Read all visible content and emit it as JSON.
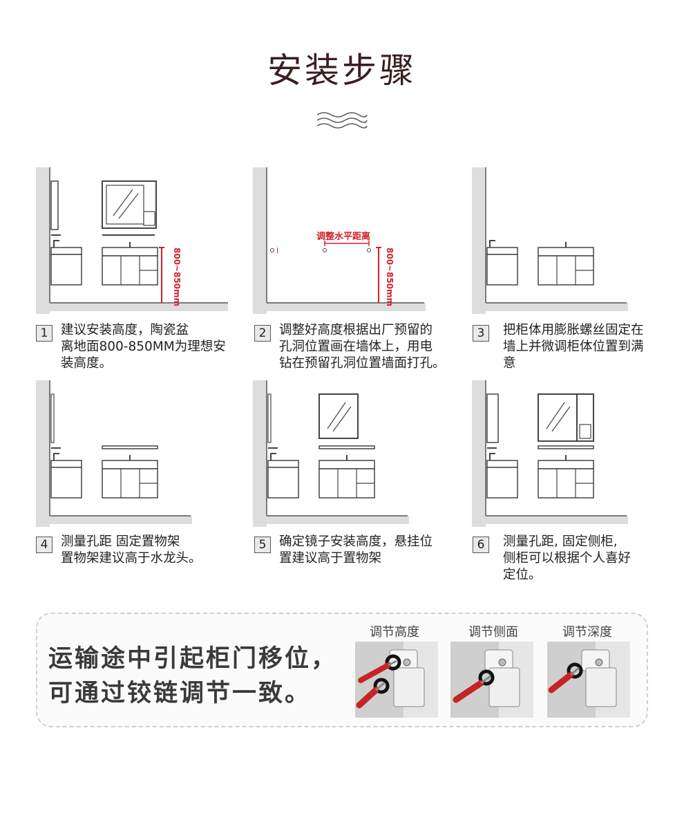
{
  "title": "安装步骤",
  "steps": [
    {
      "num": "1",
      "lines": [
        "建议安装高度，陶瓷盆",
        "离地面800-850MM为理想安",
        "装高度。"
      ],
      "dimension": "800~850mm"
    },
    {
      "num": "2",
      "lines": [
        "调整好高度根据出厂预留的",
        "孔洞位置画在墙体上，用电",
        "钻在预留孔洞位置墙面打孔。"
      ],
      "dimension": "800~850mm",
      "annotation": "调整水平距离"
    },
    {
      "num": "3",
      "lines": [
        "把柜体用膨胀螺丝固定在",
        "墙上并微调柜体位置到满",
        "意"
      ]
    },
    {
      "num": "4",
      "lines": [
        "测量孔距 固定置物架",
        "置物架建议高于水龙头。"
      ]
    },
    {
      "num": "5",
      "lines": [
        "确定镜子安装高度，悬挂位",
        "置建议高于置物架"
      ]
    },
    {
      "num": "6",
      "lines": [
        "测量孔距, 固定侧柜,",
        "侧柜可以根据个人喜好",
        "定位。"
      ]
    }
  ],
  "adjust": {
    "lines": [
      "运输途中引起柜门移位，",
      "可通过铰链调节一致。"
    ],
    "hinges": [
      {
        "label": "调节高度"
      },
      {
        "label": "调节侧面"
      },
      {
        "label": "调节深度"
      }
    ]
  },
  "colors": {
    "accent_red": "#d0202a",
    "line": "#444444",
    "wall": "#dddddd"
  }
}
